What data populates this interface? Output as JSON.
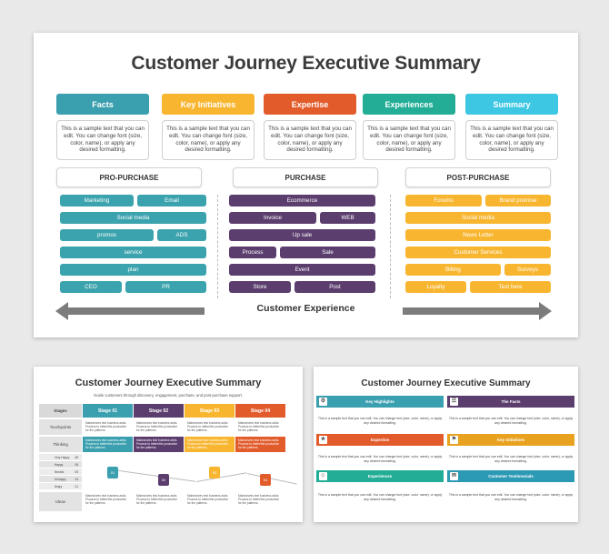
{
  "main": {
    "title": "Customer Journey Executive Summary",
    "headers": [
      {
        "label": "Facts",
        "color": "#3a9faf",
        "text": "This is a sample text that you can edit. You can change font (size, color, name), or apply any desired formatting."
      },
      {
        "label": "Key Initiatives",
        "color": "#f8b630",
        "text": "This is a sample text that you can edit. You can change font (size, color, name), or apply any desired formatting."
      },
      {
        "label": "Expertise",
        "color": "#e25b2b",
        "text": "This is a sample text that you can edit. You can change font (size, color, name), or apply any desired formatting."
      },
      {
        "label": "Experiences",
        "color": "#23ad96",
        "text": "This is a sample text that you can edit. You can change font (size, color, name), or apply any desired formatting."
      },
      {
        "label": "Summary",
        "color": "#3ec7e3",
        "text": "This is a sample text that you can edit. You can change font (size, color, name), or apply any desired formatting."
      }
    ],
    "phases": [
      "PRO-PURCHASE",
      "PURCHASE",
      "POST-PURCHASE"
    ],
    "pre_items": [
      "Marketing",
      "Email",
      "Social media",
      "promos",
      "ADS",
      "service",
      "plan",
      "CEO",
      "PR"
    ],
    "purchase_items": [
      "Ecommerce",
      "Invoice",
      "WEB",
      "Up sale",
      "Process",
      "Sale",
      "Event",
      "Store",
      "Post"
    ],
    "post_items": [
      "Forums",
      "Brand promise",
      "Social media",
      "News Letter",
      "Customer Services",
      "Billing",
      "Surveys",
      "Loyalty",
      "Text here"
    ],
    "footer_label": "Customer Experience",
    "colors": {
      "teal": "#3aa3ad",
      "purple": "#5b3d6e",
      "yellow": "#f8b630",
      "arrow": "#7c7c7c"
    }
  },
  "thumb1": {
    "title": "Customer Journey Executive Summary",
    "subtitle": "Guide customers through discovery, engagement, purchase, and post-purchase support.",
    "stages_label": "Stages",
    "stages": [
      {
        "label": "Stage 01",
        "color": "#3a9faf"
      },
      {
        "label": "Stage 02",
        "color": "#5b3d6e"
      },
      {
        "label": "Stage 03",
        "color": "#f8b630"
      },
      {
        "label": "Stage 04",
        "color": "#e25b2b"
      }
    ],
    "rows": [
      "Touchpoints",
      "Thinking",
      "Ideas"
    ],
    "cell_text": "Makes/sees test business adds. Process to better/the productive for the patterns.",
    "moods": [
      {
        "label": "Very Happy",
        "value": "08"
      },
      {
        "label": "Happy",
        "value": "06"
      },
      {
        "label": "Neutral",
        "value": "05"
      },
      {
        "label": "Unhappy",
        "value": "04"
      },
      {
        "label": "Angry",
        "value": "01"
      }
    ],
    "mood_markers": [
      "01",
      "02",
      "03",
      "04"
    ]
  },
  "thumb2": {
    "title": "Customer Journey Executive Summary",
    "cards": [
      {
        "label": "Key Highlights",
        "color": "#3a9faf",
        "icon": "⚙",
        "text": "This is a sample text that you can edit. You can change font (size, color, name), or apply any desired formatting."
      },
      {
        "label": "The Facts",
        "color": "#5b3d6e",
        "icon": "☰",
        "text": "This is a sample text that you can edit. You can change font (size, color, name), or apply any desired formatting."
      },
      {
        "label": "Expertise",
        "color": "#e25b2b",
        "icon": "★",
        "text": "This is a sample text that you can edit. You can change font (size, color, name), or apply any desired formatting."
      },
      {
        "label": "Key Initiatives",
        "color": "#e8a21f",
        "icon": "⚑",
        "text": "This is a sample text that you can edit. You can change font (size, color, name), or apply any desired formatting."
      },
      {
        "label": "Experiences",
        "color": "#23ad96",
        "icon": "☺",
        "text": "This is a sample text that you can edit. You can change font (size, color, name), or apply any desired formatting."
      },
      {
        "label": "Customer Testimonials",
        "color": "#2d9ab5",
        "icon": "✉",
        "text": "This is a sample text that you can edit. You can change font (size, color, name), or apply any desired formatting."
      }
    ]
  }
}
